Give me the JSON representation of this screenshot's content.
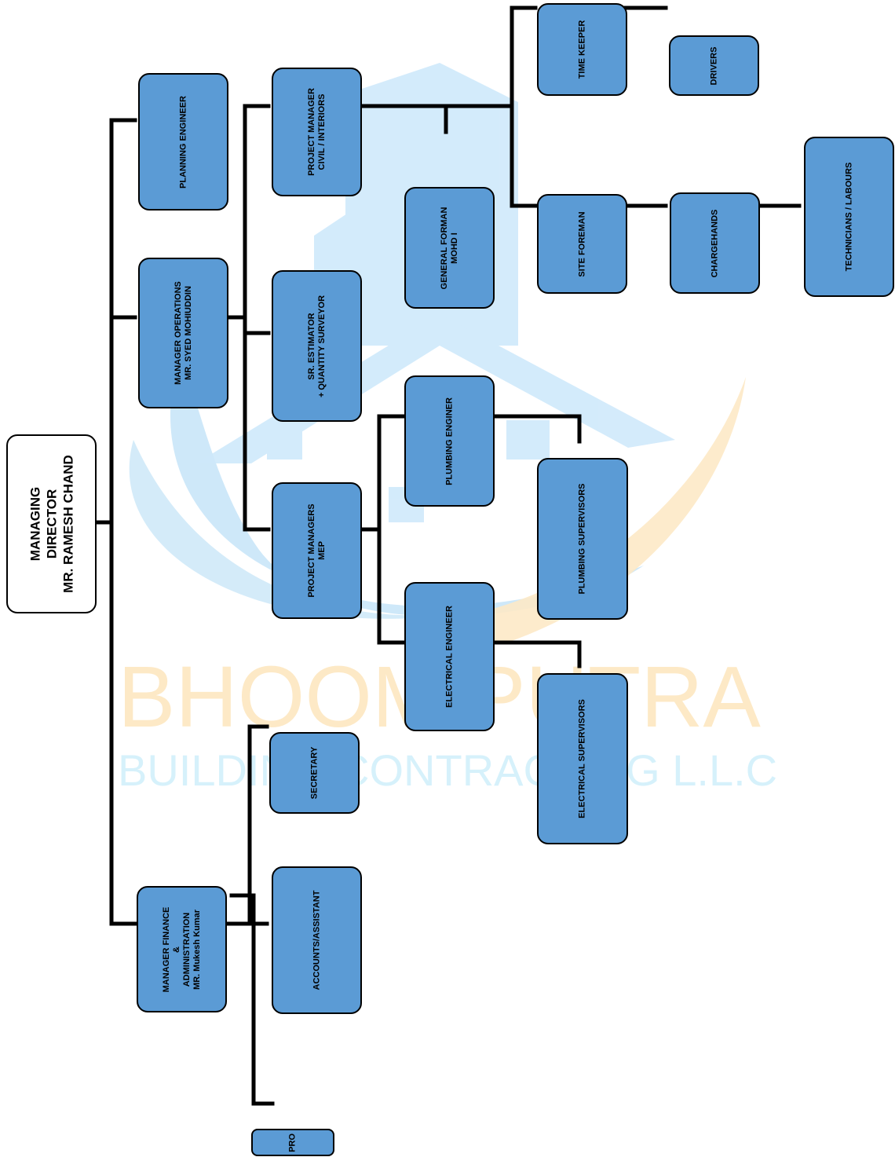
{
  "watermark": {
    "line1": "BHOOMIPUTRA",
    "line2": "BUILDING CONTRACTING L.L.C",
    "colors": {
      "building": "#cfe9fb",
      "swoosh_blue": "#c2e2f7",
      "swoosh_orange": "#fde9c6"
    }
  },
  "colors": {
    "box_fill": "#5b9bd5",
    "border": "#000000",
    "head_fill": "#ffffff"
  },
  "nodes": {
    "md": {
      "lines": [
        "MANAGING",
        "DIRECTOR",
        "MR. RAMESH CHAND"
      ]
    },
    "planning": {
      "lines": [
        "PLANNING ENGINEER"
      ]
    },
    "mgr_ops": {
      "lines": [
        "MANAGER OPERATIONS",
        "MR. SYED MOHIUDDIN"
      ]
    },
    "mgr_fin": {
      "lines": [
        "MANAGER FINANCE",
        "&",
        "ADMINISTRATION",
        "MR. Mukesh Kumar"
      ]
    },
    "pm_civil": {
      "lines": [
        "PROJECT MANAGER",
        "CIVIL / INTERIORS"
      ]
    },
    "estimator": {
      "lines": [
        "SR. ESTIMATOR",
        "+ QUANTITY SURVEYOR"
      ]
    },
    "pm_mep": {
      "lines": [
        "PROJECT MANAGERS",
        "MEP"
      ]
    },
    "secretary": {
      "lines": [
        "SECRETARY"
      ]
    },
    "accounts": {
      "lines": [
        "ACCOUNTS/ASSISTANT"
      ]
    },
    "pro": {
      "lines": [
        "PRO"
      ]
    },
    "gen_foreman": {
      "lines": [
        "GENERAL FORMAN",
        "MOHD I"
      ]
    },
    "plumbing_eng": {
      "lines": [
        "PLUMBING ENGINER"
      ]
    },
    "electrical_eng": {
      "lines": [
        "ELECTRICAL ENGINEER"
      ]
    },
    "time_keeper": {
      "lines": [
        "TIME KEEPER"
      ]
    },
    "drivers": {
      "lines": [
        "DRIVERS"
      ]
    },
    "site_foreman": {
      "lines": [
        "SITE FOREMAN"
      ]
    },
    "chargehands": {
      "lines": [
        "CHARGEHANDS"
      ]
    },
    "technicians": {
      "lines": [
        "TECHNICIANS / LABOURS"
      ]
    },
    "plumbing_sup": {
      "lines": [
        "PLUMBING SUPERVISORS"
      ]
    },
    "electrical_sup": {
      "lines": [
        "ELECTRICAL SUPERVISORS"
      ]
    }
  }
}
